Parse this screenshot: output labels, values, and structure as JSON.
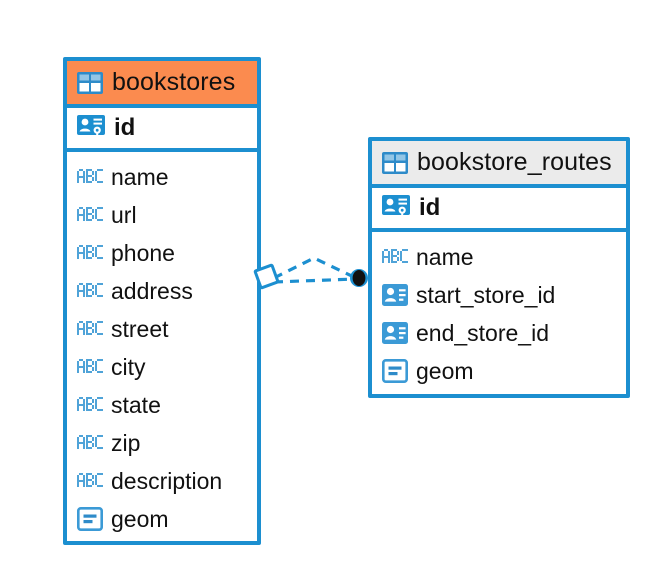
{
  "diagram": {
    "type": "entity-relationship-diagram",
    "background": "#ffffff",
    "accent_blue": "#1c8fd0",
    "accent_orange": "#fb8b4f",
    "accent_grey": "#ebebeb",
    "text_color": "#111111"
  },
  "entities": [
    {
      "name": "bookstores",
      "title": "bookstores",
      "header_color": "#fb8b4f",
      "selected": true,
      "table_icon": "table-icon",
      "primary_key": {
        "label": "id",
        "icon": "primary-key-icon"
      },
      "fields": [
        {
          "label": "name",
          "icon": "text-type-icon",
          "type": "ABC"
        },
        {
          "label": "url",
          "icon": "text-type-icon",
          "type": "ABC"
        },
        {
          "label": "phone",
          "icon": "text-type-icon",
          "type": "ABC"
        },
        {
          "label": "address",
          "icon": "text-type-icon",
          "type": "ABC"
        },
        {
          "label": "street",
          "icon": "text-type-icon",
          "type": "ABC"
        },
        {
          "label": "city",
          "icon": "text-type-icon",
          "type": "ABC"
        },
        {
          "label": "state",
          "icon": "text-type-icon",
          "type": "ABC"
        },
        {
          "label": "zip",
          "icon": "text-type-icon",
          "type": "ABC"
        },
        {
          "label": "description",
          "icon": "text-type-icon",
          "type": "ABC"
        },
        {
          "label": "geom",
          "icon": "geometry-type-icon",
          "type": "geometry"
        }
      ]
    },
    {
      "name": "bookstore_routes",
      "title": "bookstore_routes",
      "header_color": "#ebebeb",
      "selected": false,
      "table_icon": "table-icon",
      "primary_key": {
        "label": "id",
        "icon": "primary-key-icon"
      },
      "fields": [
        {
          "label": "name",
          "icon": "text-type-icon",
          "type": "ABC"
        },
        {
          "label": "start_store_id",
          "icon": "foreign-key-icon",
          "type": "reference"
        },
        {
          "label": "end_store_id",
          "icon": "foreign-key-icon",
          "type": "reference"
        },
        {
          "label": "geom",
          "icon": "geometry-type-icon",
          "type": "geometry"
        }
      ]
    }
  ],
  "relationship": {
    "name": "bookstores-to-bookstore-routes",
    "line_style": "dashed",
    "color": "#1c8fd0",
    "source_marker": "diamond-marker",
    "target_marker": "filled-circle-marker",
    "branch_count": 2
  }
}
